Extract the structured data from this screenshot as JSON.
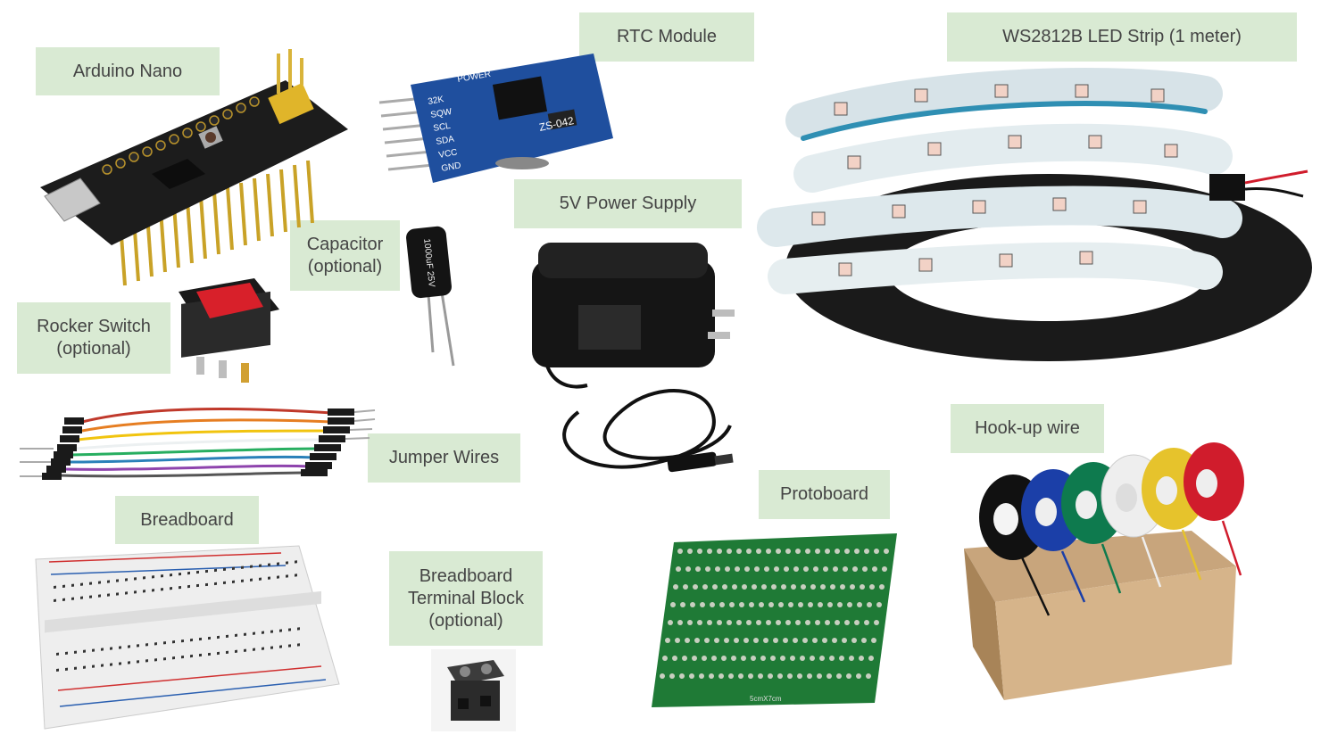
{
  "labels": {
    "arduino_nano": "Arduino Nano",
    "rtc_module": "RTC Module",
    "led_strip": "WS2812B LED Strip (1 meter)",
    "power_supply": "5V Power Supply",
    "capacitor": "Capacitor\n(optional)",
    "rocker_switch": "Rocker Switch\n(optional)",
    "jumper_wires": "Jumper Wires",
    "hookup_wire": "Hook-up wire",
    "breadboard": "Breadboard",
    "protoboard": "Protoboard",
    "terminal_block": "Breadboard\nTerminal Block\n(optional)"
  },
  "part_markings": {
    "rtc_chip": "ZS-042",
    "rtc_power": "POWER",
    "rtc_pins": [
      "32K",
      "SQW",
      "SCL",
      "SDA",
      "VCC",
      "GND"
    ],
    "capacitor": "1000uF 25V",
    "protoboard_size": "5cmX7cm"
  },
  "colors": {
    "label_bg": "#d9ead3",
    "label_text": "#444444",
    "pcb_black": "#1c1c1c",
    "rtc_blue": "#1f4f9e",
    "proto_green": "#1f7a36",
    "switch_red": "#d8202a",
    "wire_colors": [
      "#111111",
      "#1b3fa8",
      "#0e7a4e",
      "#eeeeee",
      "#e6c32c",
      "#d01c2c"
    ],
    "jumper_colors": [
      "#c0392b",
      "#e67e22",
      "#f1c40f",
      "#ecf0f1",
      "#27ae60",
      "#2980b9",
      "#8e44ad",
      "#555555"
    ]
  }
}
